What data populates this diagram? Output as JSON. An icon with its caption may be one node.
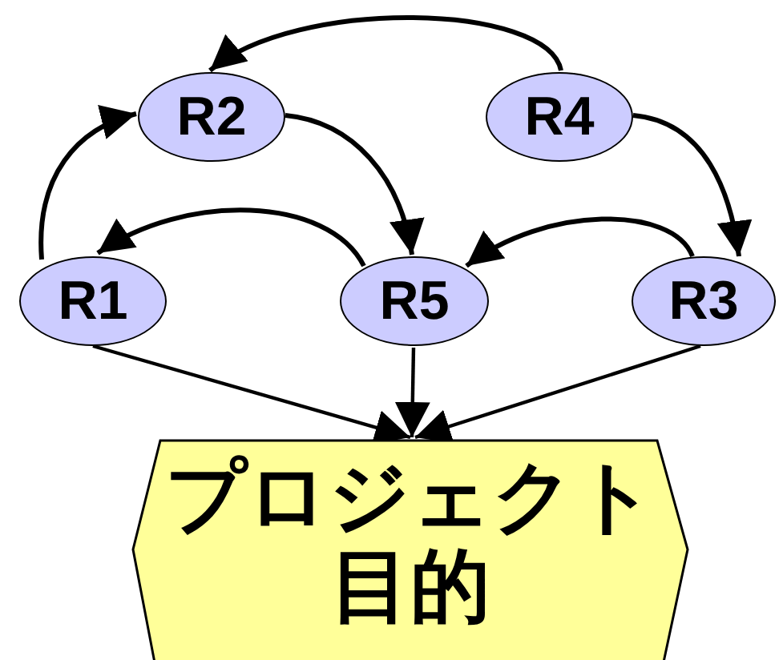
{
  "diagram": {
    "nodes": [
      {
        "text": [
          "R2"
        ]
      },
      {
        "text": [
          "R4"
        ]
      },
      {
        "text": [
          "R1"
        ]
      },
      {
        "text": [
          "R5"
        ]
      },
      {
        "text": [
          "R3"
        ]
      },
      {
        "text": [
          "プロジェクト目的"
        ]
      }
    ],
    "edges": [
      {
        "from": 1,
        "to": 0,
        "arrow": "to"
      },
      {
        "from": 2,
        "to": 0,
        "arrow": "to"
      },
      {
        "from": 0,
        "to": 3,
        "arrow": "to"
      },
      {
        "from": 1,
        "to": 4,
        "arrow": "to"
      },
      {
        "from": 3,
        "to": 2,
        "arrow": "to"
      },
      {
        "from": 4,
        "to": 3,
        "arrow": "to"
      },
      {
        "from": 2,
        "to": 5,
        "arrow": "to"
      },
      {
        "from": 3,
        "to": 5,
        "arrow": "to"
      },
      {
        "from": 4,
        "to": 5,
        "arrow": "to"
      }
    ]
  }
}
